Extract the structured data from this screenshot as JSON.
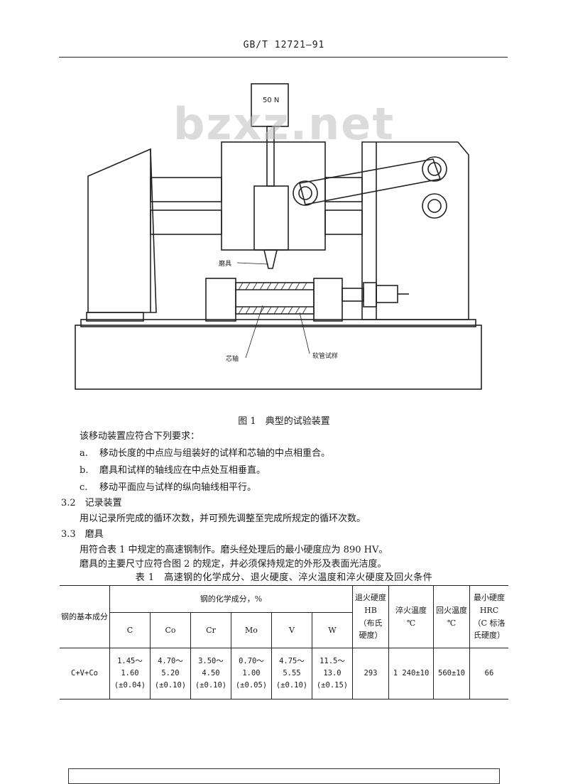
{
  "header": {
    "code": "GB/T 12721—91"
  },
  "watermark": "bzxz.net",
  "figure": {
    "load_label": "50 N",
    "labels": {
      "tool": "磨具",
      "mandrel": "芯轴",
      "specimen": "软管试样"
    },
    "caption": "图 1　典型的试验装置"
  },
  "text": {
    "intro": "该移动装置应符合下列要求：",
    "items": [
      {
        "mark": "a.",
        "text": "移动长度的中点应与组装好的试样和芯轴的中点相重合。"
      },
      {
        "mark": "b.",
        "text": "磨具和试样的轴线应在中点处互相垂直。"
      },
      {
        "mark": "c.",
        "text": "移动平面应与试样的纵向轴线相平行。"
      }
    ],
    "s32_heading": "3.2　记录装置",
    "s32_body": "用以记录所完成的循环次数，并可预先调整至完成所规定的循环次数。",
    "s33_heading": "3.3　磨具",
    "s33_body1": "用符合表 1 中规定的高速钢制作。磨头经处理后的最小硬度应为 890 HV。",
    "s33_body2": "磨具的主要尺寸应符合图 2 的规定，并必须保持规定的外形及表面光洁度。"
  },
  "table": {
    "title": "表 1　高速钢的化学成分、退火硬度、淬火温度和淬火硬度及回火条件",
    "col_steel": "钢的基本成分",
    "col_chem": "钢的化学成分，%",
    "elements": [
      "C",
      "Co",
      "Cr",
      "Mo",
      "V",
      "W"
    ],
    "col_anneal": [
      "退火硬度",
      "HB",
      "（布氏",
      "硬度）"
    ],
    "col_quench": [
      "淬火温度",
      "℃"
    ],
    "col_temper": [
      "回火温度",
      "℃"
    ],
    "col_minhard": [
      "最小硬度",
      "HRC",
      "（C 标洛",
      "氏硬度）"
    ],
    "row": {
      "steel": "C+V+Co",
      "values": [
        [
          "1.45～",
          "1.60",
          "(±0.04)"
        ],
        [
          "4.70～",
          "5.20",
          "(±0.10)"
        ],
        [
          "3.50～",
          "4.50",
          "(±0.10)"
        ],
        [
          "0.70～",
          "1.00",
          "(±0.05)"
        ],
        [
          "4.75～",
          "5.55",
          "(±0.10)"
        ],
        [
          "11.5～",
          "13.0",
          "(±0.15)"
        ]
      ],
      "anneal": "293",
      "quench": "1 240±10",
      "temper": "560±10",
      "minhard": "66"
    }
  }
}
